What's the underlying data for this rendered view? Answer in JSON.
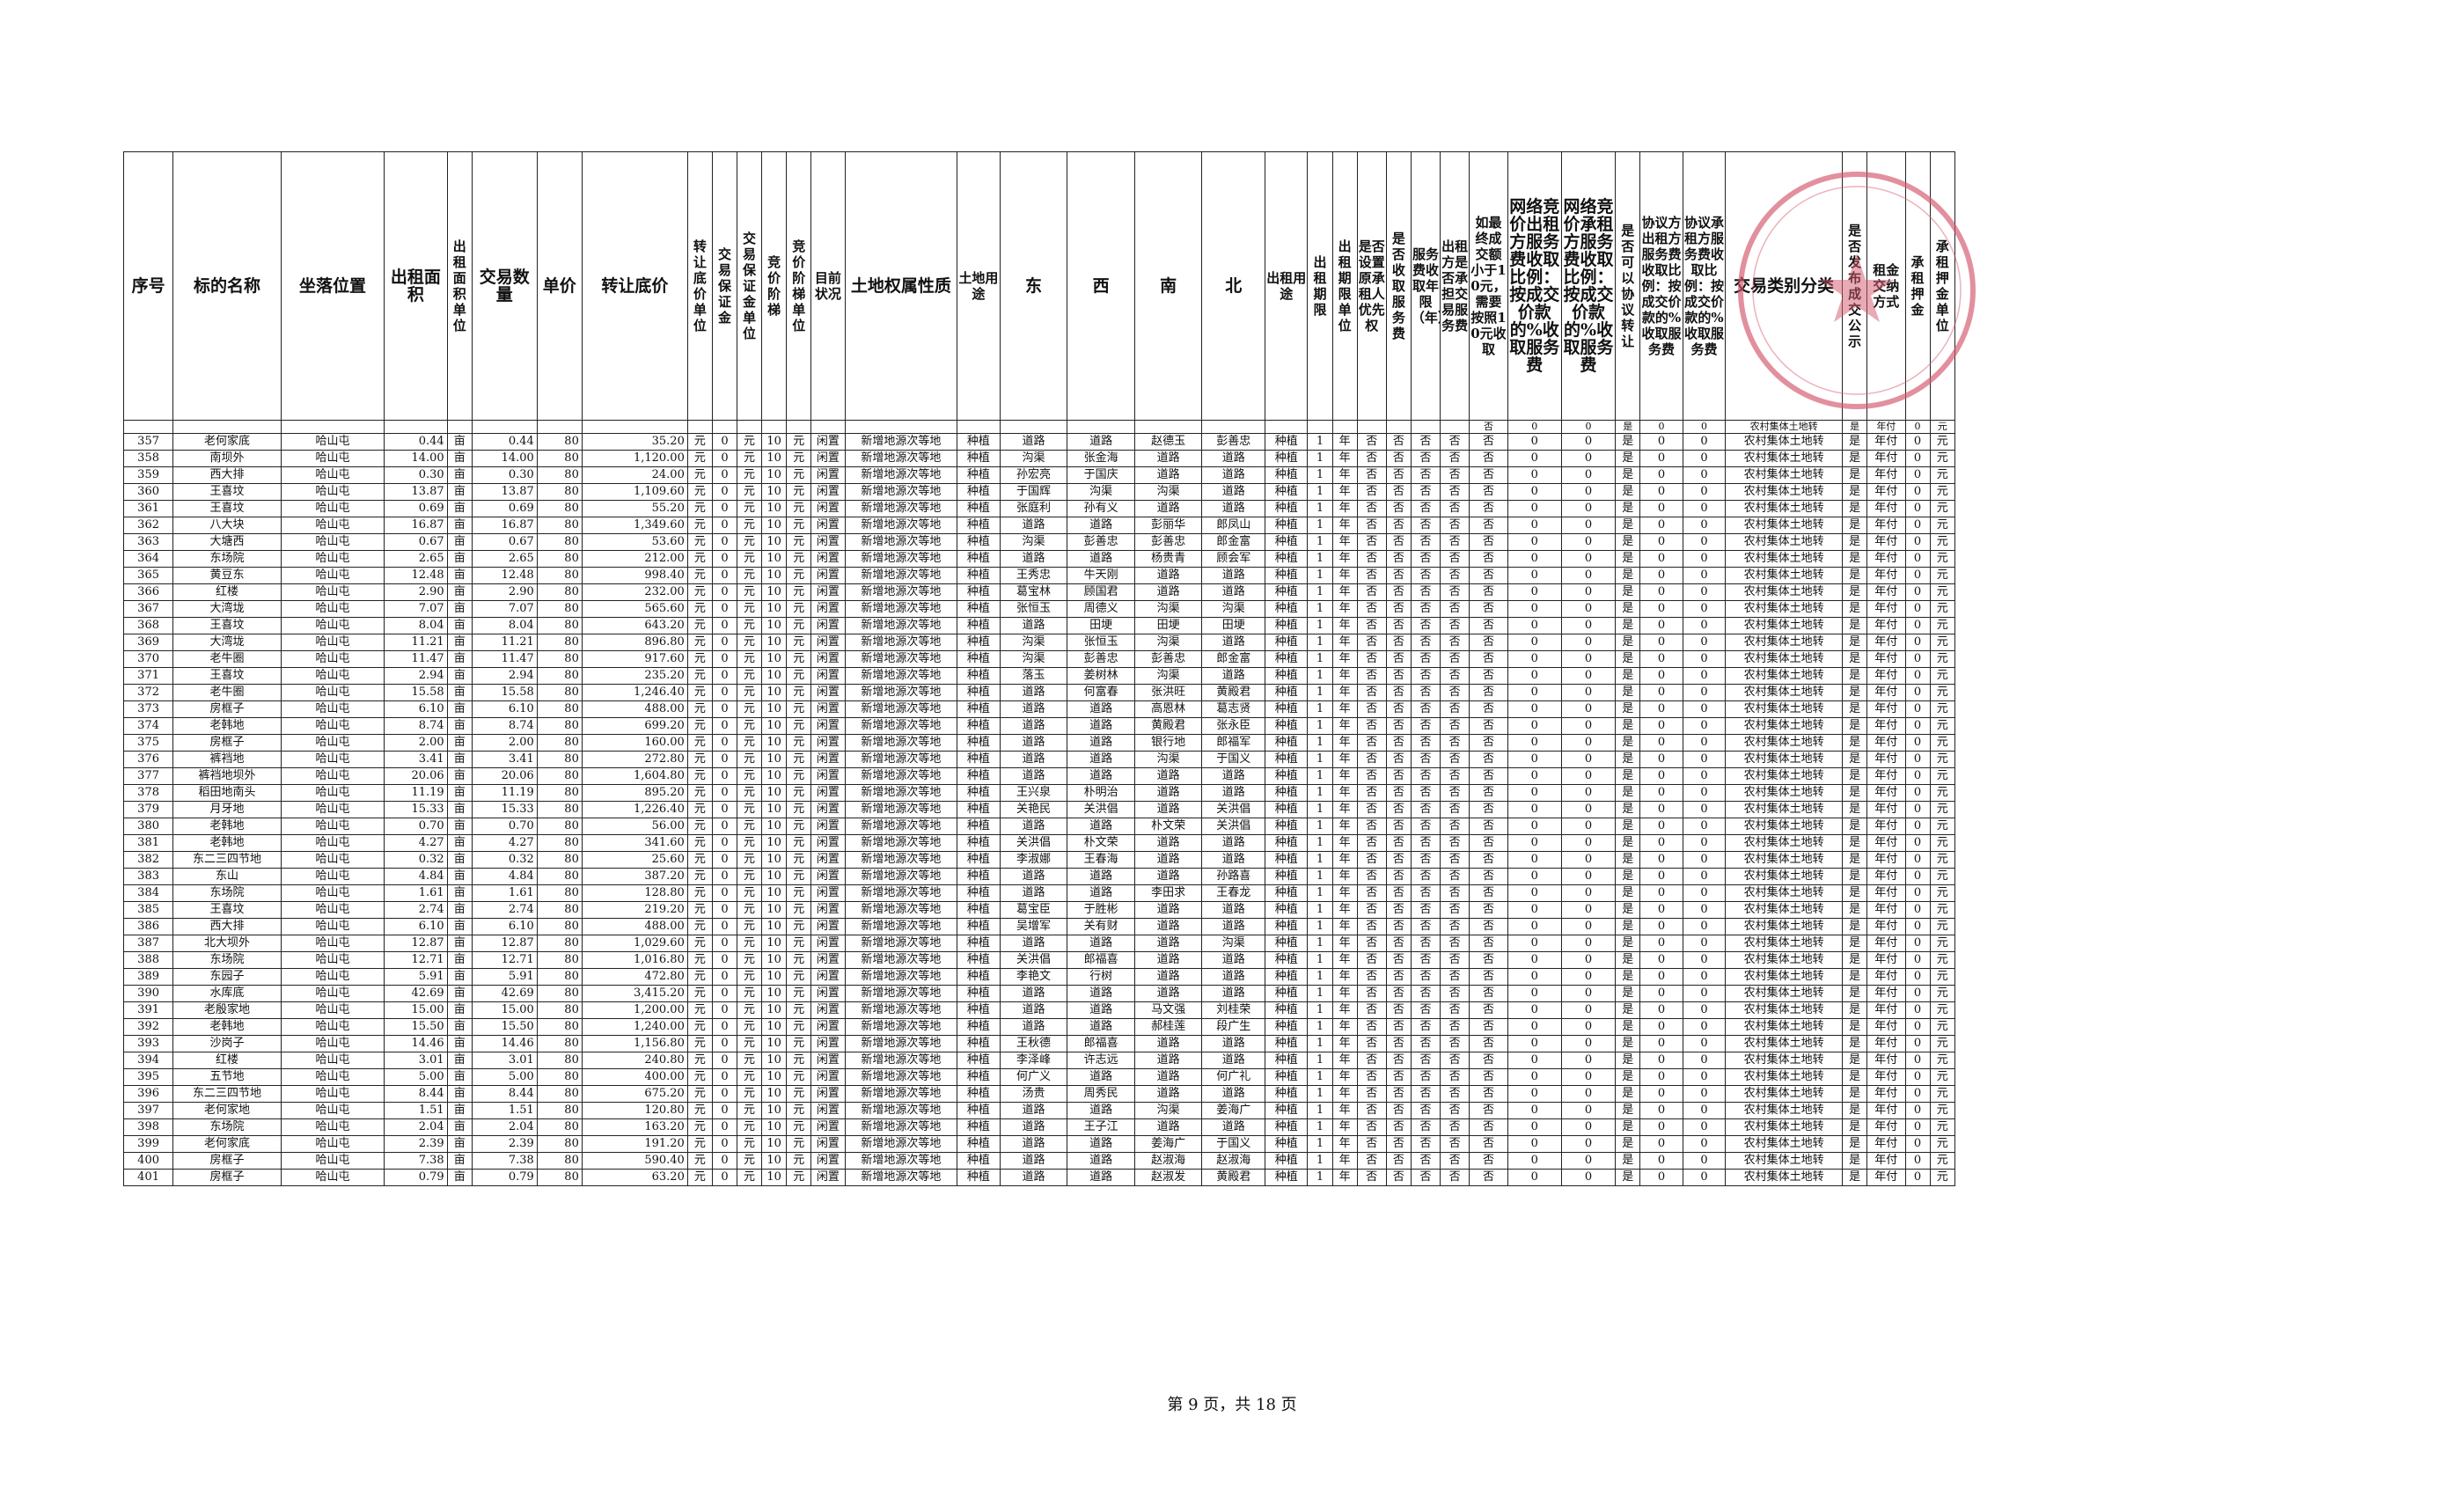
{
  "headers": [
    "序号",
    "标的名称",
    "坐落位置",
    "出租面积",
    "出租面积单位",
    "交易数量",
    "单价",
    "转让底价",
    "转让底价单位",
    "交易保证金",
    "交易保证金单位",
    "竞价阶梯",
    "竞价阶梯单位",
    "目前状况",
    "土地权属性质",
    "土地用途",
    "东",
    "西",
    "南",
    "北",
    "出租用途",
    "出租期限",
    "出租期限单位",
    "是否设置原承租人优先权",
    "是否收取服务费",
    "服务费收取年限（年）",
    "出租方是否承担交易服务费",
    "如最终成交额小于10元，需要按照10元收取",
    "网络竞价出租方服务费收取比例：按成交价款的%收取服务费",
    "网络竞价承租方服务费收取比例：按成交价款的%收取服务费",
    "是否可以协议转让",
    "协议方出租方服务费收取比例：按成交价款的%收取服务费",
    "协议承租方服务费收取比例：按成交价款的%收取服务费",
    "交易类别分类",
    "是否发布成交公示",
    "租金交纳方式",
    "承租押金",
    "承租押金单位"
  ],
  "sub_row": [
    "",
    "",
    "",
    "",
    "",
    "",
    "",
    "",
    "",
    "",
    "",
    "",
    "",
    "",
    "",
    "",
    "",
    "",
    "",
    "",
    "",
    "",
    "",
    "",
    "",
    "",
    "",
    "否",
    "0",
    "0",
    "是",
    "0",
    "0",
    "农村集体土地转",
    "是",
    "年付",
    "0",
    "元"
  ],
  "constants": {
    "location": "哈山屯",
    "mu": "亩",
    "price": "80",
    "yuan": "元",
    "zero": "0",
    "ten": "10",
    "status": "闲置",
    "ownership": "新增地源次等地",
    "use": "种植",
    "one": "1",
    "year": "年",
    "no": "否",
    "yes": "是",
    "category": "农村集体土地转",
    "pay": "年付"
  },
  "rows": [
    {
      "id": "357",
      "name": "老何家底",
      "area": "0.44",
      "qty": "0.44",
      "base": "35.20",
      "e": "道路",
      "w": "道路",
      "s": "赵德玉",
      "n": "彭善忠"
    },
    {
      "id": "358",
      "name": "南坝外",
      "area": "14.00",
      "qty": "14.00",
      "base": "1,120.00",
      "e": "沟渠",
      "w": "张金海",
      "s": "道路",
      "n": "道路"
    },
    {
      "id": "359",
      "name": "西大排",
      "area": "0.30",
      "qty": "0.30",
      "base": "24.00",
      "e": "孙宏亮",
      "w": "于国庆",
      "s": "道路",
      "n": "道路"
    },
    {
      "id": "360",
      "name": "王喜坟",
      "area": "13.87",
      "qty": "13.87",
      "base": "1,109.60",
      "e": "于国辉",
      "w": "沟渠",
      "s": "沟渠",
      "n": "道路"
    },
    {
      "id": "361",
      "name": "王喜坟",
      "area": "0.69",
      "qty": "0.69",
      "base": "55.20",
      "e": "张庭利",
      "w": "孙有义",
      "s": "道路",
      "n": "道路"
    },
    {
      "id": "362",
      "name": "八大块",
      "area": "16.87",
      "qty": "16.87",
      "base": "1,349.60",
      "e": "道路",
      "w": "道路",
      "s": "彭丽华",
      "n": "郎凤山"
    },
    {
      "id": "363",
      "name": "大塘西",
      "area": "0.67",
      "qty": "0.67",
      "base": "53.60",
      "e": "沟渠",
      "w": "彭善忠",
      "s": "彭善忠",
      "n": "郎金富"
    },
    {
      "id": "364",
      "name": "东场院",
      "area": "2.65",
      "qty": "2.65",
      "base": "212.00",
      "e": "道路",
      "w": "道路",
      "s": "杨贵青",
      "n": "顾会军"
    },
    {
      "id": "365",
      "name": "黄豆东",
      "area": "12.48",
      "qty": "12.48",
      "base": "998.40",
      "e": "王秀忠",
      "w": "牛天刚",
      "s": "道路",
      "n": "道路"
    },
    {
      "id": "366",
      "name": "红楼",
      "area": "2.90",
      "qty": "2.90",
      "base": "232.00",
      "e": "葛宝林",
      "w": "顾国君",
      "s": "道路",
      "n": "道路"
    },
    {
      "id": "367",
      "name": "大湾垅",
      "area": "7.07",
      "qty": "7.07",
      "base": "565.60",
      "e": "张恒玉",
      "w": "周德义",
      "s": "沟渠",
      "n": "沟渠"
    },
    {
      "id": "368",
      "name": "王喜坟",
      "area": "8.04",
      "qty": "8.04",
      "base": "643.20",
      "e": "道路",
      "w": "田埂",
      "s": "田埂",
      "n": "田埂"
    },
    {
      "id": "369",
      "name": "大湾垅",
      "area": "11.21",
      "qty": "11.21",
      "base": "896.80",
      "e": "沟渠",
      "w": "张恒玉",
      "s": "沟渠",
      "n": "道路"
    },
    {
      "id": "370",
      "name": "老牛圈",
      "area": "11.47",
      "qty": "11.47",
      "base": "917.60",
      "e": "沟渠",
      "w": "彭善忠",
      "s": "彭善忠",
      "n": "郎金富"
    },
    {
      "id": "371",
      "name": "王喜坟",
      "area": "2.94",
      "qty": "2.94",
      "base": "235.20",
      "e": "落玉",
      "w": "姜树林",
      "s": "沟渠",
      "n": "道路"
    },
    {
      "id": "372",
      "name": "老牛圈",
      "area": "15.58",
      "qty": "15.58",
      "base": "1,246.40",
      "e": "道路",
      "w": "何富春",
      "s": "张洪旺",
      "n": "黄殿君"
    },
    {
      "id": "373",
      "name": "房框子",
      "area": "6.10",
      "qty": "6.10",
      "base": "488.00",
      "e": "道路",
      "w": "道路",
      "s": "高恩林",
      "n": "葛志贤"
    },
    {
      "id": "374",
      "name": "老韩地",
      "area": "8.74",
      "qty": "8.74",
      "base": "699.20",
      "e": "道路",
      "w": "道路",
      "s": "黄殿君",
      "n": "张永臣"
    },
    {
      "id": "375",
      "name": "房框子",
      "area": "2.00",
      "qty": "2.00",
      "base": "160.00",
      "e": "道路",
      "w": "道路",
      "s": "银行地",
      "n": "郎福军"
    },
    {
      "id": "376",
      "name": "裤裆地",
      "area": "3.41",
      "qty": "3.41",
      "base": "272.80",
      "e": "道路",
      "w": "道路",
      "s": "沟渠",
      "n": "于国义"
    },
    {
      "id": "377",
      "name": "裤裆地坝外",
      "area": "20.06",
      "qty": "20.06",
      "base": "1,604.80",
      "e": "道路",
      "w": "道路",
      "s": "道路",
      "n": "道路"
    },
    {
      "id": "378",
      "name": "稻田地南头",
      "area": "11.19",
      "qty": "11.19",
      "base": "895.20",
      "e": "王兴泉",
      "w": "朴明治",
      "s": "道路",
      "n": "道路"
    },
    {
      "id": "379",
      "name": "月牙地",
      "area": "15.33",
      "qty": "15.33",
      "base": "1,226.40",
      "e": "关艳民",
      "w": "关洪倡",
      "s": "道路",
      "n": "关洪倡"
    },
    {
      "id": "380",
      "name": "老韩地",
      "area": "0.70",
      "qty": "0.70",
      "base": "56.00",
      "e": "道路",
      "w": "道路",
      "s": "朴文荣",
      "n": "关洪倡"
    },
    {
      "id": "381",
      "name": "老韩地",
      "area": "4.27",
      "qty": "4.27",
      "base": "341.60",
      "e": "关洪倡",
      "w": "朴文荣",
      "s": "道路",
      "n": "道路"
    },
    {
      "id": "382",
      "name": "东二三四节地",
      "area": "0.32",
      "qty": "0.32",
      "base": "25.60",
      "e": "李淑娜",
      "w": "王春海",
      "s": "道路",
      "n": "道路"
    },
    {
      "id": "383",
      "name": "东山",
      "area": "4.84",
      "qty": "4.84",
      "base": "387.20",
      "e": "道路",
      "w": "道路",
      "s": "道路",
      "n": "孙路喜"
    },
    {
      "id": "384",
      "name": "东场院",
      "area": "1.61",
      "qty": "1.61",
      "base": "128.80",
      "e": "道路",
      "w": "道路",
      "s": "李田求",
      "n": "王春龙"
    },
    {
      "id": "385",
      "name": "王喜坟",
      "area": "2.74",
      "qty": "2.74",
      "base": "219.20",
      "e": "葛宝臣",
      "w": "于胜彬",
      "s": "道路",
      "n": "道路"
    },
    {
      "id": "386",
      "name": "西大排",
      "area": "6.10",
      "qty": "6.10",
      "base": "488.00",
      "e": "吴增军",
      "w": "关有财",
      "s": "道路",
      "n": "道路"
    },
    {
      "id": "387",
      "name": "北大坝外",
      "area": "12.87",
      "qty": "12.87",
      "base": "1,029.60",
      "e": "道路",
      "w": "道路",
      "s": "道路",
      "n": "沟渠"
    },
    {
      "id": "388",
      "name": "东场院",
      "area": "12.71",
      "qty": "12.71",
      "base": "1,016.80",
      "e": "关洪倡",
      "w": "郎福喜",
      "s": "道路",
      "n": "道路"
    },
    {
      "id": "389",
      "name": "东园子",
      "area": "5.91",
      "qty": "5.91",
      "base": "472.80",
      "e": "李艳文",
      "w": "行树",
      "s": "道路",
      "n": "道路"
    },
    {
      "id": "390",
      "name": "水库底",
      "area": "42.69",
      "qty": "42.69",
      "base": "3,415.20",
      "e": "道路",
      "w": "道路",
      "s": "道路",
      "n": "道路"
    },
    {
      "id": "391",
      "name": "老殷家地",
      "area": "15.00",
      "qty": "15.00",
      "base": "1,200.00",
      "e": "道路",
      "w": "道路",
      "s": "马文强",
      "n": "刘桂荣"
    },
    {
      "id": "392",
      "name": "老韩地",
      "area": "15.50",
      "qty": "15.50",
      "base": "1,240.00",
      "e": "道路",
      "w": "道路",
      "s": "郝桂莲",
      "n": "段广生"
    },
    {
      "id": "393",
      "name": "沙岗子",
      "area": "14.46",
      "qty": "14.46",
      "base": "1,156.80",
      "e": "王秋德",
      "w": "郎福喜",
      "s": "道路",
      "n": "道路"
    },
    {
      "id": "394",
      "name": "红楼",
      "area": "3.01",
      "qty": "3.01",
      "base": "240.80",
      "e": "李泽峰",
      "w": "许志远",
      "s": "道路",
      "n": "道路"
    },
    {
      "id": "395",
      "name": "五节地",
      "area": "5.00",
      "qty": "5.00",
      "base": "400.00",
      "e": "何广义",
      "w": "道路",
      "s": "道路",
      "n": "何广礼"
    },
    {
      "id": "396",
      "name": "东二三四节地",
      "area": "8.44",
      "qty": "8.44",
      "base": "675.20",
      "e": "汤贵",
      "w": "周秀民",
      "s": "道路",
      "n": "道路"
    },
    {
      "id": "397",
      "name": "老何家地",
      "area": "1.51",
      "qty": "1.51",
      "base": "120.80",
      "e": "道路",
      "w": "道路",
      "s": "沟渠",
      "n": "姜海广"
    },
    {
      "id": "398",
      "name": "东场院",
      "area": "2.04",
      "qty": "2.04",
      "base": "163.20",
      "e": "道路",
      "w": "王子江",
      "s": "道路",
      "n": "道路"
    },
    {
      "id": "399",
      "name": "老何家底",
      "area": "2.39",
      "qty": "2.39",
      "base": "191.20",
      "e": "道路",
      "w": "道路",
      "s": "姜海广",
      "n": "于国义"
    },
    {
      "id": "400",
      "name": "房框子",
      "area": "7.38",
      "qty": "7.38",
      "base": "590.40",
      "e": "道路",
      "w": "道路",
      "s": "赵淑海",
      "n": "赵淑海"
    },
    {
      "id": "401",
      "name": "房框子",
      "area": "0.79",
      "qty": "0.79",
      "base": "63.20",
      "e": "道路",
      "w": "道路",
      "s": "赵淑发",
      "n": "黄殿君"
    }
  ],
  "footer": "第 9 页，共 18 页"
}
